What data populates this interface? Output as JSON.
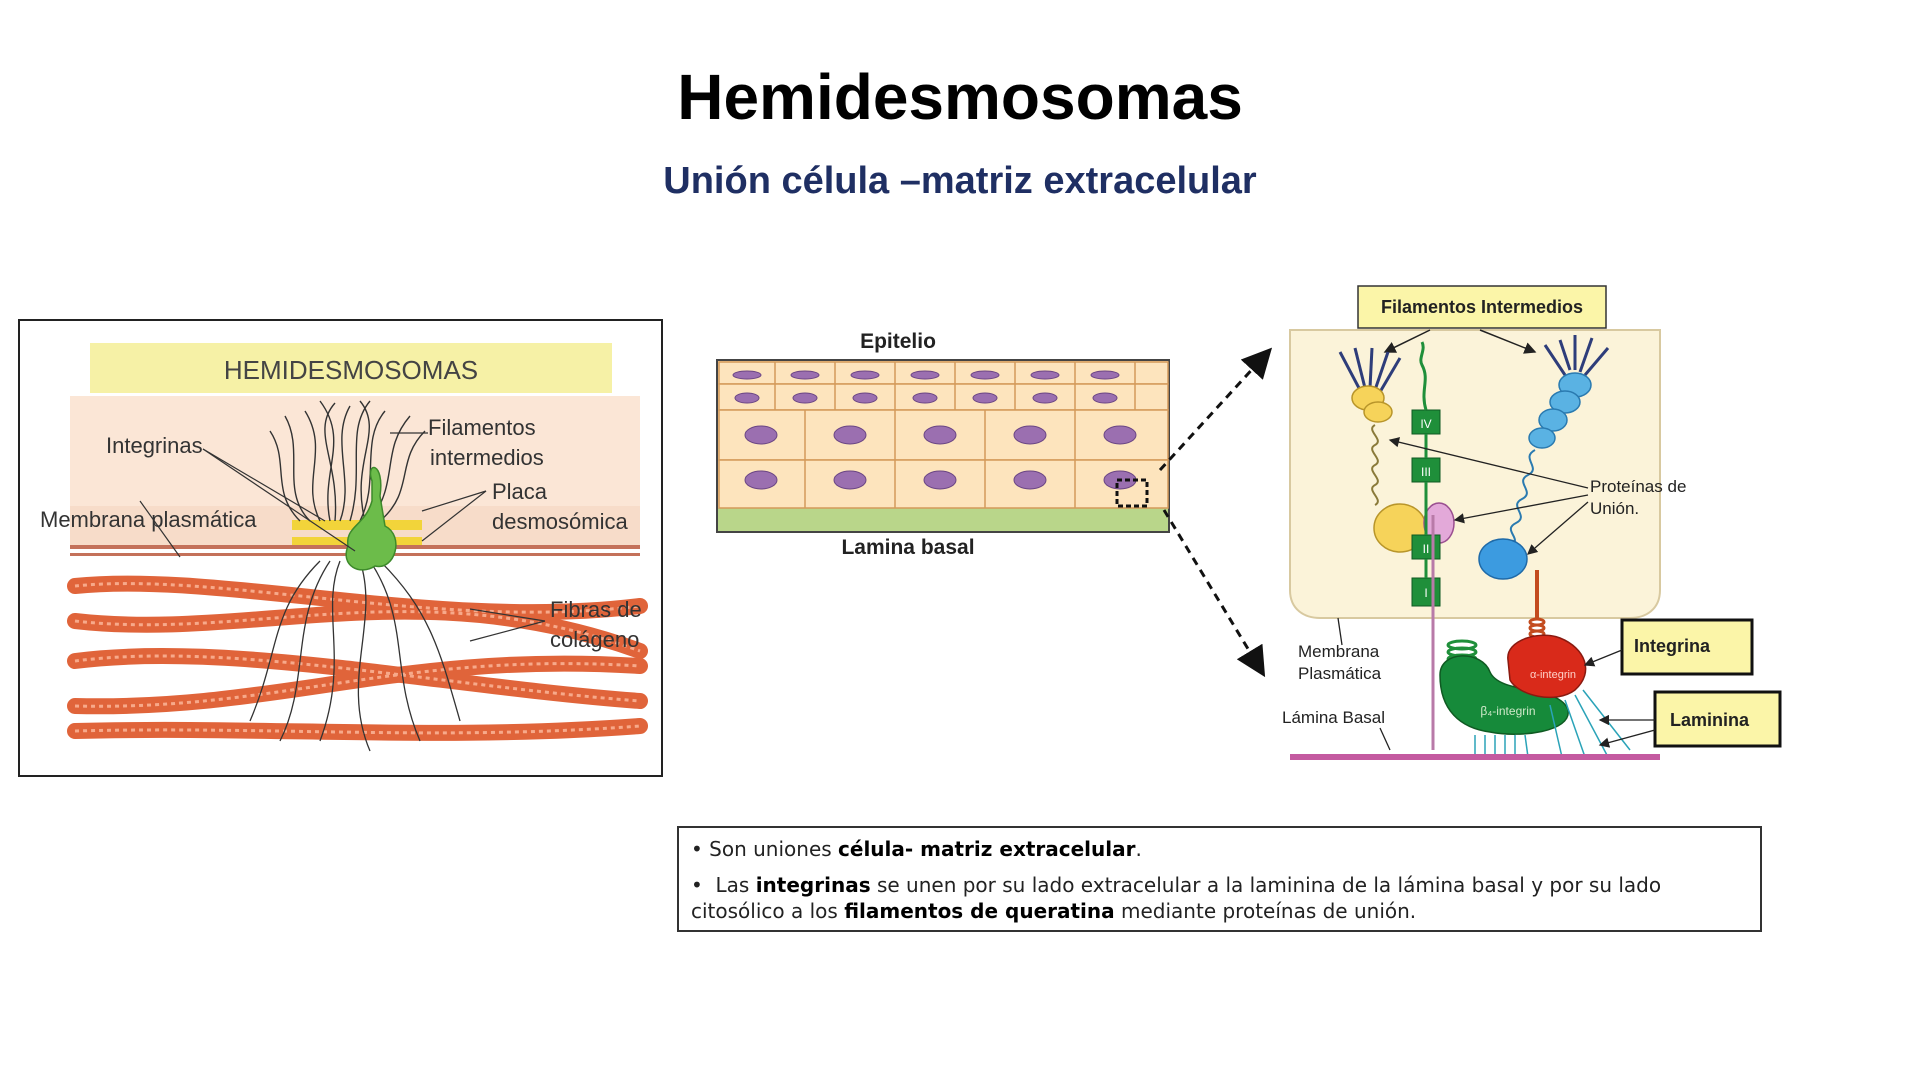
{
  "header": {
    "title": "Hemidesmosomas",
    "subtitle": "Unión célula –matriz extracelular"
  },
  "left_diagram": {
    "banner": "HEMIDESMOSOMAS",
    "labels": {
      "integrinas": "Integrinas",
      "membrana": "Membrana plasmática",
      "filamentos_1": "Filamentos",
      "filamentos_2": "intermedios",
      "placa_1": "Placa",
      "placa_2": "desmosómica",
      "fibras_1": "Fibras de",
      "fibras_2": "colágeno"
    }
  },
  "middle_diagram": {
    "top_label": "Epitelio",
    "bottom_label": "Lamina basal"
  },
  "right_diagram": {
    "filamentos_box": "Filamentos Intermedios",
    "proteinas_1": "Proteínas de",
    "proteinas_2": "Unión.",
    "membrana_1": "Membrana",
    "membrana_2": "Plasmática",
    "lamina_basal": "Lámina Basal",
    "integrina_box": "Integrina",
    "laminina_box": "Laminina",
    "domain_labels": [
      "IV",
      "III",
      "II",
      "I"
    ],
    "alpha_label": "α-integrin",
    "beta_label": "β₄-integrin"
  },
  "notes": {
    "b1_pre": "Son uniones ",
    "b1_bold": "célula- matriz extracelular",
    "b1_post": ".",
    "b2_pre": "Las ",
    "b2_bold1": "integrinas",
    "b2_mid": " se unen por su lado extracelular a la laminina de la lámina basal y por su lado citosólico a los ",
    "b2_bold2": "filamentos de queratina",
    "b2_post": " mediante proteínas de unión."
  },
  "colors": {
    "subtitle": "#1f2f63",
    "collagen": "#e0643a",
    "plaque": "#f2d43a",
    "integrin_green": "#1f8f3a",
    "integrin_red": "#d92a1a",
    "label_box": "#fbf5a8"
  }
}
